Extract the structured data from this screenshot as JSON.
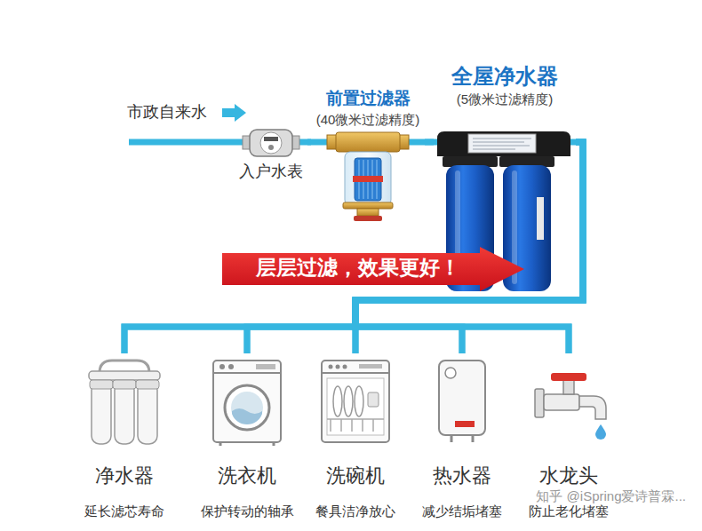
{
  "diagram": {
    "nodes": [
      {
        "text": [
          "入户水表"
        ]
      },
      {
        "text": [
          "前置过滤器",
          "(40微米过滤精度)"
        ]
      },
      {
        "text": [
          "全屋净水器",
          "(5微米过滤精度)"
        ]
      },
      {
        "text": [
          "层层过滤，效果更好！"
        ]
      },
      {
        "text": [
          "净水器",
          "延长滤芯寿命"
        ]
      },
      {
        "text": [
          "洗衣机",
          "保护转动的轴承"
        ]
      },
      {
        "text": [
          "洗碗机",
          "餐具洁净放心"
        ]
      },
      {
        "text": [
          "热水器",
          "减少结垢堵塞"
        ]
      },
      {
        "text": [
          "水龙头",
          "防止老化堵塞"
        ]
      }
    ],
    "edges": [
      {
        "from": 0,
        "to": 1,
        "arrow": "none"
      },
      {
        "from": 1,
        "to": 2,
        "arrow": "none"
      },
      {
        "from": 2,
        "to": 4,
        "arrow": "none"
      },
      {
        "from": 2,
        "to": 5,
        "arrow": "none"
      },
      {
        "from": 2,
        "to": 6,
        "arrow": "none"
      },
      {
        "from": 2,
        "to": 7,
        "arrow": "none"
      },
      {
        "from": 2,
        "to": 8,
        "arrow": "none"
      }
    ],
    "labels": [
      "市政自来水",
      "知乎 @iSpring爱诗普霖..."
    ]
  }
}
